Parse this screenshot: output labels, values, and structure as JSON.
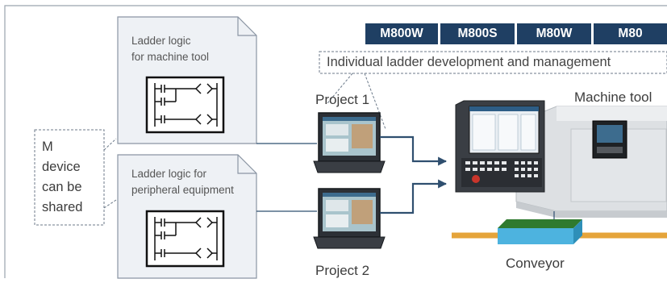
{
  "badges": [
    "M800W",
    "M800S",
    "M80W",
    "M80"
  ],
  "callout": "Individual ladder development and management",
  "doc_machine": [
    "Ladder logic",
    "for machine tool"
  ],
  "doc_peripheral": [
    "Ladder logic for",
    "peripheral equipment"
  ],
  "m_device": [
    "M",
    "device",
    "can be",
    "shared"
  ],
  "project1": "Project 1",
  "project2": "Project 2",
  "machine_tool": "Machine tool",
  "conveyor": "Conveyor",
  "colors": {
    "navy": "#1f3f63",
    "arrow": "#2f4f6f",
    "doc_fill": "#eef1f5",
    "rail": "#e5a43a",
    "conveyor": "#4db3df"
  }
}
